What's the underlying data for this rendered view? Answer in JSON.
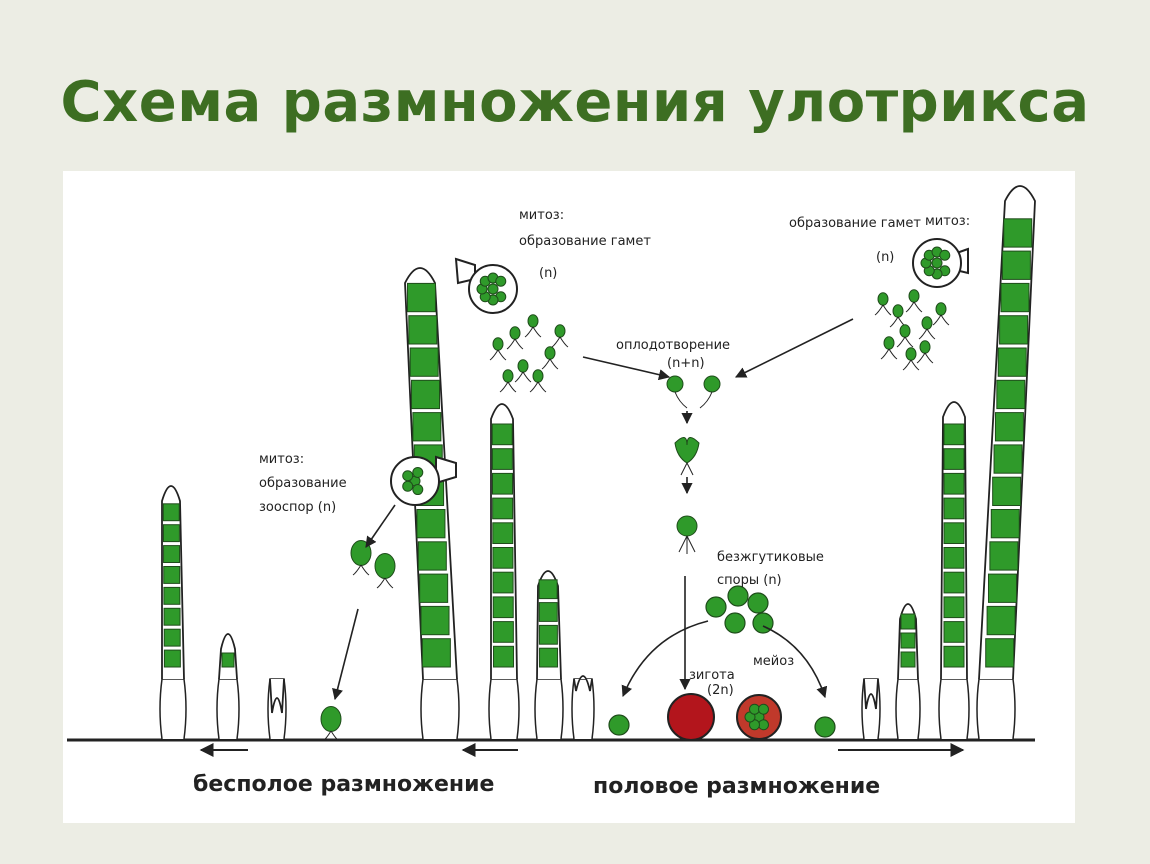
{
  "title": "Схема размножения улотрикса",
  "labels": {
    "mitosis_gametes_left_1": "митоз:",
    "mitosis_gametes_left_2": "образование гамет",
    "haploid_left": "(n)",
    "mitosis_gametes_right_1": "митоз:",
    "mitosis_gametes_right_2": "образование гамет",
    "haploid_right": "(n)",
    "fertilization": "оплодотворение",
    "fertilization_ploidy": "(n+n)",
    "mitosis_zoospores_1": "митоз:",
    "mitosis_zoospores_2": "образование",
    "mitosis_zoospores_3": "зооспор (n)",
    "flagellaless_1": "безжгутиковые",
    "flagellaless_2": "споры (n)",
    "zygote_1": "зигота",
    "zygote_2": "(2n)",
    "meiosis": "мейоз",
    "asexual": "бесполое размножение",
    "sexual": "половое размножение"
  },
  "colors": {
    "title": "#3d6e22",
    "cell": "#2f9a2a",
    "zygote": "#b3151c",
    "background": "#ecede4"
  }
}
